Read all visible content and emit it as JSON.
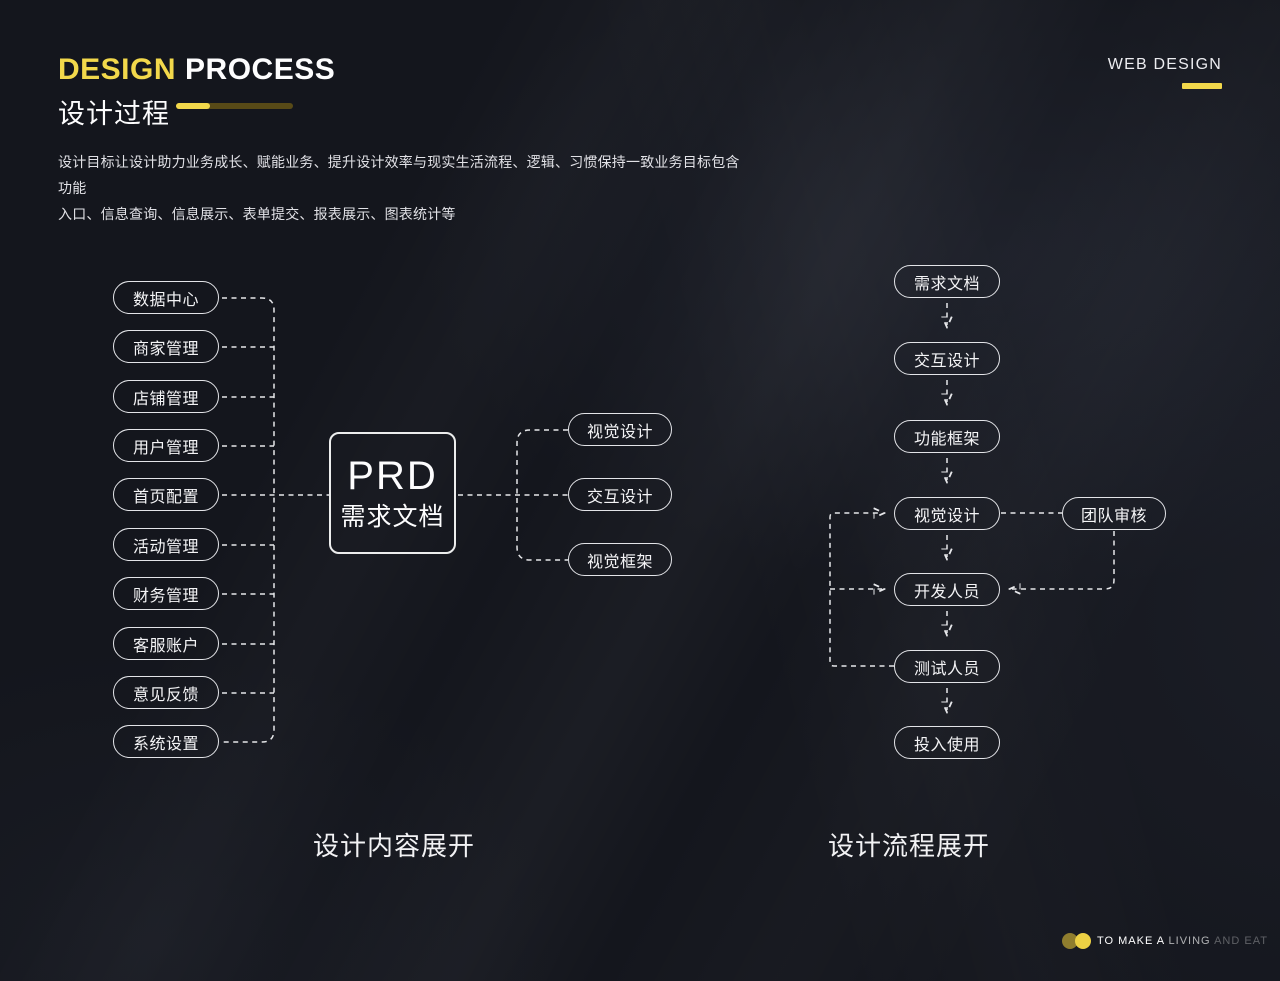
{
  "header": {
    "title_en_accent": "DESIGN",
    "title_en_rest": "PROCESS",
    "title_cn": "设计过程",
    "corner_label": "WEB DESIGN",
    "description_line1": "设计目标让设计助力业务成长、赋能业务、提升设计效率与现实生活流程、逻辑、习惯保持一致业务目标包含功能",
    "description_line2": "入口、信息查询、信息展示、表单提交、报表展示、图表统计等"
  },
  "left_diagram": {
    "items": [
      "数据中心",
      "商家管理",
      "店铺管理",
      "用户管理",
      "首页配置",
      "活动管理",
      "财务管理",
      "客服账户",
      "意见反馈",
      "系统设置"
    ],
    "center_title": "PRD",
    "center_subtitle": "需求文档",
    "outputs": [
      "视觉设计",
      "交互设计",
      "视觉框架"
    ],
    "caption": "设计内容展开"
  },
  "right_diagram": {
    "steps": [
      "需求文档",
      "交互设计",
      "功能框架",
      "视觉设计",
      "开发人员",
      "测试人员",
      "投入使用"
    ],
    "side_node": "团队审核",
    "caption": "设计流程展开"
  },
  "footer": {
    "slogan_part1": "TO MAKE A ",
    "slogan_part2": "LIVING ",
    "slogan_part3": "AND EAT"
  },
  "colors": {
    "background": "#14161d",
    "accent_yellow": "#f2d84b",
    "accent_gold_dark": "#584a17",
    "line_white": "#e6e7ea"
  }
}
